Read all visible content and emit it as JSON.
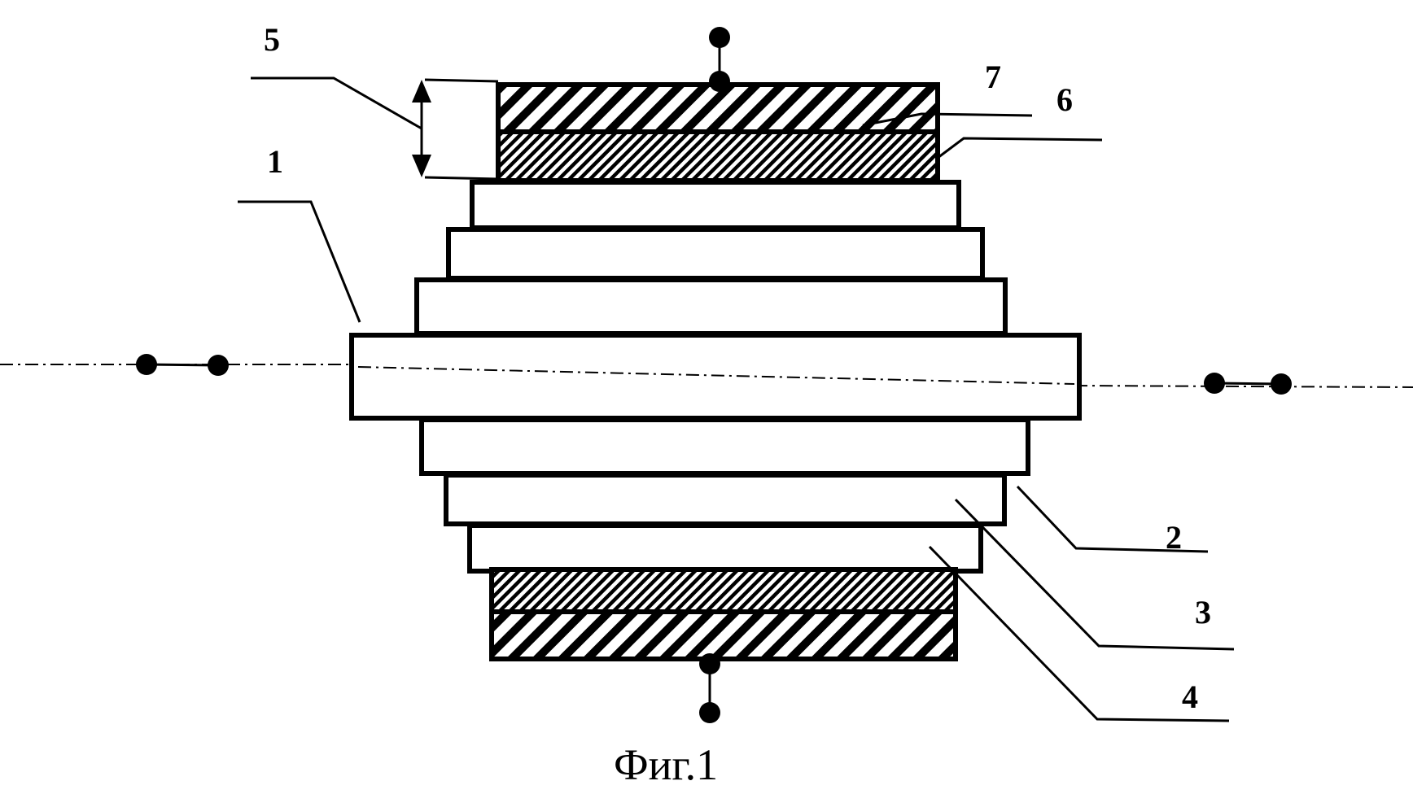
{
  "labels": {
    "l1": "1",
    "l2": "2",
    "l3": "3",
    "l4": "4",
    "l5": "5",
    "l6": "6",
    "l7": "7"
  },
  "caption": "Фиг.1"
}
